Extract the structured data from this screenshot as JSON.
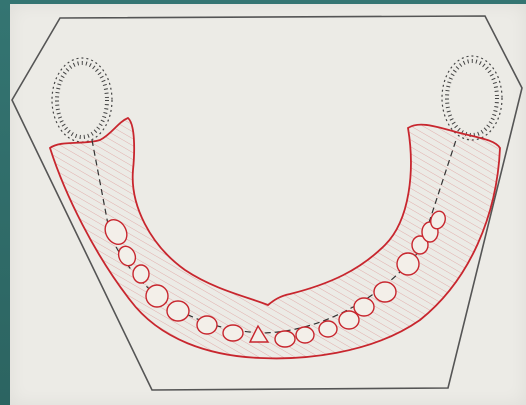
{
  "colors": {
    "frame": "#2f6b69",
    "paper": "#ecebe6",
    "pencil": "#4a4a4a",
    "red_ink": "#c8262e",
    "hatch": "#d77070"
  },
  "diagram": {
    "outline_shape": "hexagon",
    "structures": [
      "left-ellipse-dashed",
      "right-ellipse-dashed",
      "mandibular-arch-outline",
      "dental-midline-dashed",
      "teeth-row"
    ],
    "tooth_count": 18
  }
}
